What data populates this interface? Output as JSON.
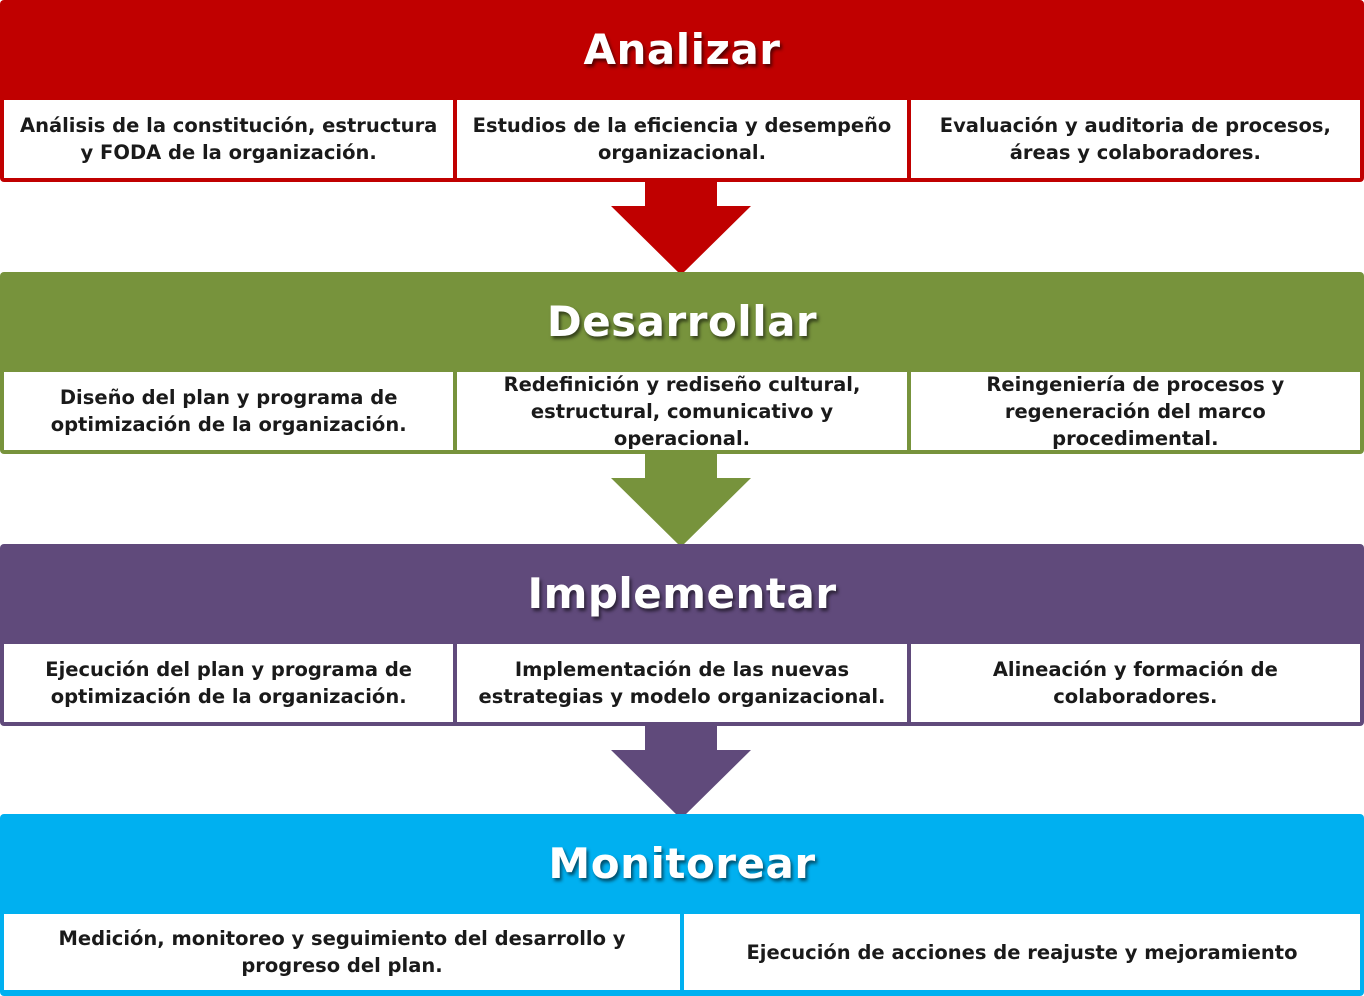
{
  "stages": [
    {
      "title": "Analizar",
      "color": "#c00000",
      "items": [
        "Análisis de la constitución, estructura y FODA de la organización.",
        "Estudios de la eficiencia y desempeño organizacional.",
        "Evaluación y auditoria de procesos, áreas y colaboradores."
      ]
    },
    {
      "title": "Desarrollar",
      "color": "#77933c",
      "items": [
        "Diseño del plan y programa de optimización de la organización.",
        "Redefinición y rediseño cultural, estructural, comunicativo y operacional.",
        "Reingeniería de procesos y regeneración del marco procedimental."
      ]
    },
    {
      "title": "Implementar",
      "color": "#604a7b",
      "items": [
        "Ejecución del plan y programa de optimización de la organización.",
        "Implementación de las nuevas estrategias y modelo organizacional.",
        "Alineación y formación de colaboradores."
      ]
    },
    {
      "title": "Monitorear",
      "color": "#00b0f0",
      "items": [
        "Medición, monitoreo y seguimiento del desarrollo y progreso del plan.",
        "Ejecución de acciones de reajuste y mejoramiento"
      ]
    }
  ]
}
